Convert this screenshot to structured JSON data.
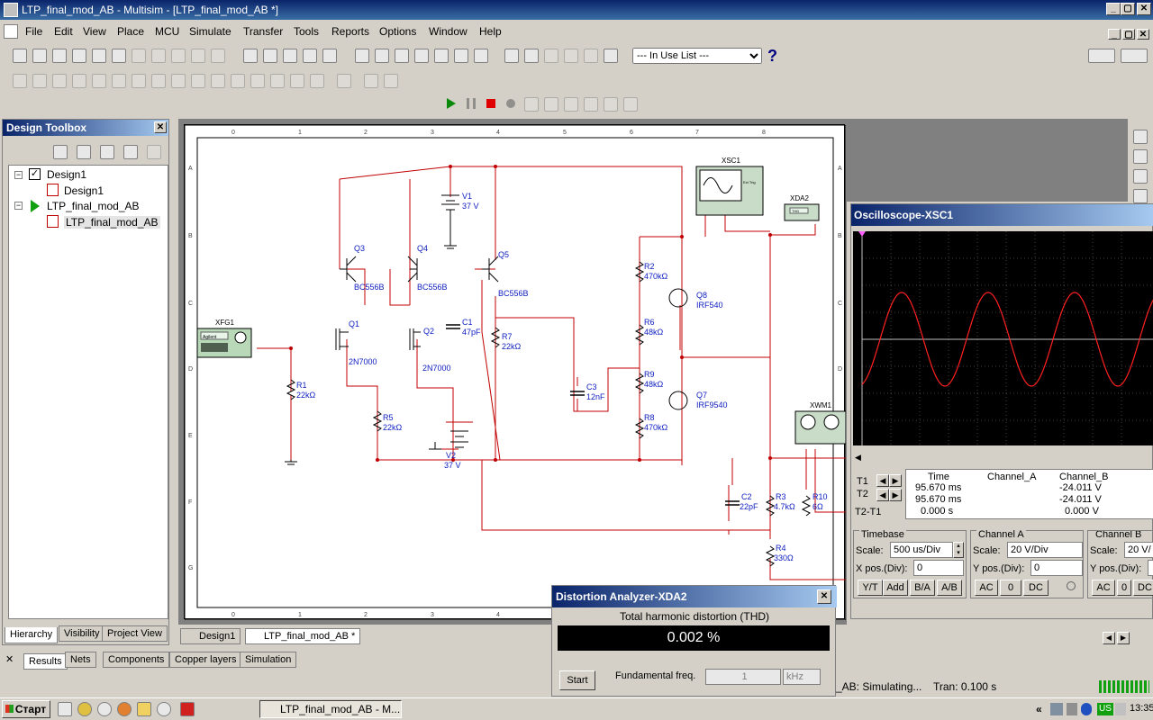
{
  "window": {
    "title": "LTP_final_mod_AB - Multisim - [LTP_final_mod_AB *]"
  },
  "menu": [
    "File",
    "Edit",
    "View",
    "Place",
    "MCU",
    "Simulate",
    "Transfer",
    "Tools",
    "Reports",
    "Options",
    "Window",
    "Help"
  ],
  "toolbar": {
    "in_use_list": "--- In Use List ---"
  },
  "toolbox": {
    "title": "Design Toolbox",
    "tree": [
      "Design1",
      "Design1",
      "LTP_final_mod_AB",
      "LTP_final_mod_AB"
    ],
    "tabs": [
      "Hierarchy",
      "Visibility",
      "Project View"
    ]
  },
  "schematic": {
    "col_labels": [
      "0",
      "1",
      "2",
      "3",
      "4",
      "5",
      "6",
      "7",
      "8"
    ],
    "row_labels": [
      "A",
      "B",
      "C",
      "D",
      "E",
      "F",
      "G"
    ],
    "components": {
      "v1_name": "V1",
      "v1_value": "37 V",
      "v2_name": "V2",
      "v2_value": "37 V",
      "q1": "Q1",
      "q1_type": "2N7000",
      "q2": "Q2",
      "q2_type": "2N7000",
      "q3": "Q3",
      "q3_type": "BC556B",
      "q4": "Q4",
      "q4_type": "BC556B",
      "q5": "Q5",
      "q5_type": "BC556B",
      "q7": "Q7",
      "q7_type": "IRF9540",
      "q8": "Q8",
      "q8_type": "IRF540",
      "r1": "R1",
      "r1_value": "22kΩ",
      "r2": "R2",
      "r2_value": "470kΩ",
      "r3": "R3",
      "r3_value": "4.7kΩ",
      "r4": "R4",
      "r4_value": "330Ω",
      "r5": "R5",
      "r5_value": "22kΩ",
      "r6": "R6",
      "r6_value": "48kΩ",
      "r7": "R7",
      "r7_value": "22kΩ",
      "r8": "R8",
      "r8_value": "470kΩ",
      "r9": "R9",
      "r9_value": "48kΩ",
      "r10": "R10",
      "r10_value": "6Ω",
      "c1": "C1",
      "c1_value": "47pF",
      "c2": "C2",
      "c2_value": "22pF",
      "c3": "C3",
      "c3_value": "12nF",
      "xfg1": "XFG1",
      "xsc1": "XSC1",
      "xda2": "XDA2",
      "xwm1": "XWM1",
      "agilent": "Agilent",
      "thd": "THD",
      "ext_trig": "Ext Trig"
    }
  },
  "scope": {
    "title": "Oscilloscope-XSC1",
    "readout_headers": [
      "Time",
      "Channel_A",
      "Channel_B"
    ],
    "t1": {
      "label": "T1",
      "time": "95.670 ms",
      "a": "",
      "b": "-24.011 V"
    },
    "t2": {
      "label": "T2",
      "time": "95.670 ms",
      "a": "",
      "b": "-24.011 V"
    },
    "dt": {
      "label": "T2-T1",
      "time": "0.000 s",
      "a": "",
      "b": "0.000 V"
    },
    "timebase": {
      "title": "Timebase",
      "scale_label": "Scale:",
      "scale": "500 us/Div",
      "xpos_label": "X pos.(Div):",
      "xpos": "0",
      "buttons": [
        "Y/T",
        "Add",
        "B/A",
        "A/B"
      ]
    },
    "channel_a": {
      "title": "Channel A",
      "scale_label": "Scale:",
      "scale": "20 V/Div",
      "ypos_label": "Y pos.(Div):",
      "ypos": "0",
      "buttons": [
        "AC",
        "0",
        "DC"
      ]
    },
    "channel_b": {
      "title": "Channel B",
      "scale_label": "Scale:",
      "scale": "20 V/",
      "ypos_label": "Y pos.(Div):",
      "buttons": [
        "AC",
        "0",
        "DC"
      ]
    },
    "trace_color": "#ff2020"
  },
  "distortion": {
    "title": "Distortion Analyzer-XDA2",
    "caption": "Total harmonic distortion (THD)",
    "value": "0.002 %",
    "start": "Start",
    "fundamental_label": "Fundamental freq.",
    "fundamental_value": "1",
    "fundamental_unit": "kHz"
  },
  "sheet_tabs": [
    "Design1",
    "LTP_final_mod_AB *"
  ],
  "spreadsheet_tabs": [
    "Results",
    "Nets",
    "Components",
    "Copper layers",
    "Simulation"
  ],
  "status": {
    "simulating": "_AB: Simulating...",
    "tran": "Tran: 0.100 s"
  },
  "taskbar": {
    "start": "Старт",
    "task": "LTP_final_mod_AB - M...",
    "lang": "US",
    "clock": "13:35"
  }
}
